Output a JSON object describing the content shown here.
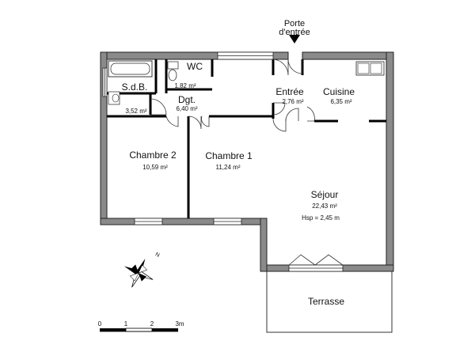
{
  "entrance": {
    "line1": "Porte",
    "line2": "d'entrée"
  },
  "rooms": {
    "sdb": {
      "name": "S.d.B.",
      "area": "3,52 m²"
    },
    "wc": {
      "name": "WC",
      "area": "1,82 m²"
    },
    "dgt": {
      "name": "Dgt.",
      "area": "6,40 m²"
    },
    "entree": {
      "name": "Entrée",
      "area": "2,76 m²"
    },
    "cuisine": {
      "name": "Cuisine",
      "area": "6,35 m²"
    },
    "chambre2": {
      "name": "Chambre 2",
      "area": "10,59 m²"
    },
    "chambre1": {
      "name": "Chambre 1",
      "area": "11,24 m²"
    },
    "sejour": {
      "name": "Séjour",
      "area": "22,43 m²",
      "height": "Hsp = 2,45 m"
    },
    "terrasse": {
      "name": "Terrasse"
    }
  },
  "compass": {
    "north": "N"
  },
  "scale": {
    "ticks": [
      "0",
      "1",
      "2",
      "3m"
    ]
  }
}
